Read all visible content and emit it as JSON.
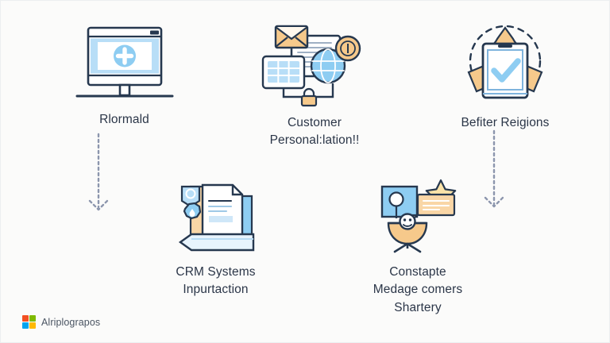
{
  "canvas": {
    "background": "#fbfbfa",
    "border_color": "#eceef0",
    "text_color": "#2b3648",
    "accent_blue": "#8ecdf2",
    "accent_dark": "#26384f",
    "accent_orange": "#f6c98b",
    "arrow_color": "#8c96ad"
  },
  "nodes": [
    {
      "id": "monitor",
      "icon": "desktop-monitor-plus-icon",
      "label": "Rlormald"
    },
    {
      "id": "customer",
      "icon": "customer-data-mail-globe-icon",
      "label": "Customer\nPersonal:lation!!"
    },
    {
      "id": "benefit",
      "icon": "tablet-checkmark-badge-icon",
      "label": "Befiter Reigions"
    },
    {
      "id": "crm",
      "icon": "documents-folder-arrow-icon",
      "label": "CRM Systems\nInpurtaction"
    },
    {
      "id": "message",
      "icon": "message-star-person-icon",
      "label": "Constapte\nMedage comers\nShartery"
    }
  ],
  "connectors": [
    {
      "id": "arrow-left",
      "type": "dotted-arrow-down"
    },
    {
      "id": "arrow-right",
      "type": "dotted-arrow-down"
    }
  ],
  "logo": {
    "text": "Alriplograpos",
    "icon": "four-square-grid-logo",
    "squares": [
      "#f25022",
      "#7fba00",
      "#00a4ef",
      "#ffb900"
    ]
  }
}
